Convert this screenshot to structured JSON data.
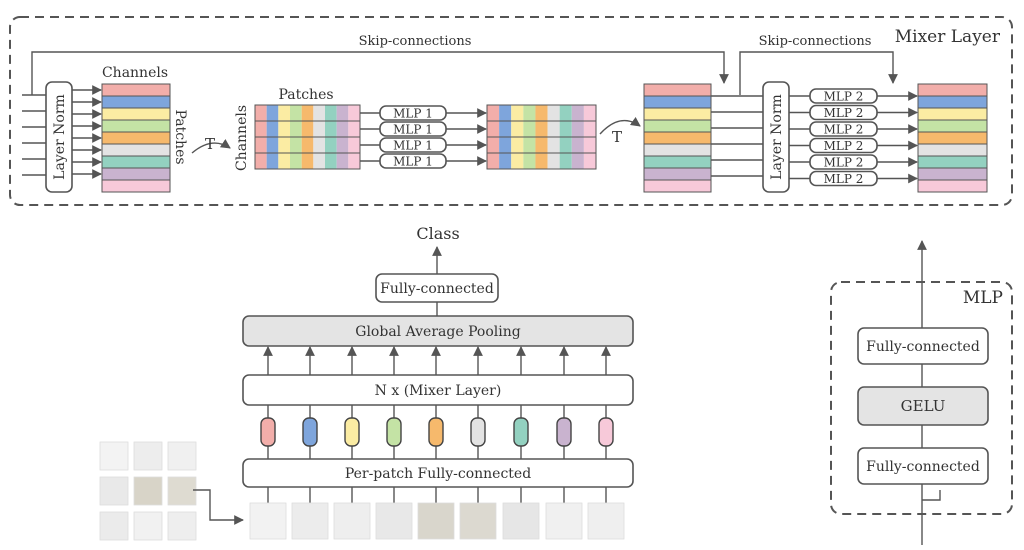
{
  "mixer_layer": {
    "title": "Mixer Layer",
    "skip_label_1": "Skip-connections",
    "skip_label_2": "Skip-connections",
    "layer_norm_1": "Layer Norm",
    "layer_norm_2": "Layer Norm",
    "channels_label_top": "Channels",
    "patches_label_side": "Patches",
    "transpose_1": "T",
    "channels_label_side": "Channels",
    "patches_label_top": "Patches",
    "mlp1_labels": [
      "MLP 1",
      "MLP 1",
      "MLP 1",
      "MLP 1"
    ],
    "transpose_2": "T",
    "mlp2_labels": [
      "MLP 2",
      "MLP 2",
      "MLP 2",
      "MLP 2",
      "MLP 2",
      "MLP 2"
    ]
  },
  "architecture": {
    "class_label": "Class",
    "fully_connected": "Fully-connected",
    "global_average_pooling": "Global Average Pooling",
    "mixer_stack": "N x (Mixer Layer)",
    "per_patch_fc": "Per-patch Fully-connected"
  },
  "mlp_block": {
    "title": "MLP",
    "fc_top": "Fully-connected",
    "gelu": "GELU",
    "fc_bottom": "Fully-connected"
  },
  "colors": {
    "patch_colors": [
      "#f2aeaa",
      "#7ea5dc",
      "#fbeca3",
      "#c4e3a5",
      "#f6b96c",
      "#e3e3e3",
      "#93d1c0",
      "#c9b3cf",
      "#f7c9d9"
    ],
    "border": "#555555",
    "gray_fill": "#e4e4e4"
  }
}
